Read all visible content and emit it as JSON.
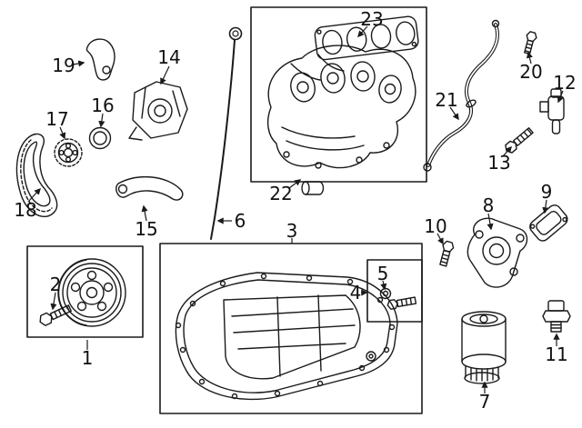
{
  "diagram": {
    "background": "#ffffff",
    "line_color": "#1a1a1a",
    "label_color": "#111111"
  },
  "callouts": [
    {
      "number": "1",
      "depicts": "crankshaft-pulley"
    },
    {
      "number": "2",
      "depicts": "pulley-bolt"
    },
    {
      "number": "3",
      "depicts": "oil-pan"
    },
    {
      "number": "4",
      "depicts": "hardware-box"
    },
    {
      "number": "5",
      "depicts": "bolt-and-washer"
    },
    {
      "number": "6",
      "depicts": "oil-dipstick"
    },
    {
      "number": "7",
      "depicts": "oil-filter"
    },
    {
      "number": "8",
      "depicts": "filter-adapter"
    },
    {
      "number": "9",
      "depicts": "adapter-gasket"
    },
    {
      "number": "10",
      "depicts": "adapter-bolt"
    },
    {
      "number": "11",
      "depicts": "oil-pressure-sensor"
    },
    {
      "number": "12",
      "depicts": "control-solenoid"
    },
    {
      "number": "13",
      "depicts": "solenoid-bolt"
    },
    {
      "number": "14",
      "depicts": "oil-pump"
    },
    {
      "number": "15",
      "depicts": "chain-guide"
    },
    {
      "number": "16",
      "depicts": "seal"
    },
    {
      "number": "17",
      "depicts": "sprocket"
    },
    {
      "number": "18",
      "depicts": "timing-chain"
    },
    {
      "number": "19",
      "depicts": "tensioner-arm"
    },
    {
      "number": "20",
      "depicts": "fitting-bolt"
    },
    {
      "number": "21",
      "depicts": "hose-tube"
    },
    {
      "number": "22",
      "depicts": "intake-manifold"
    },
    {
      "number": "23",
      "depicts": "manifold-gasket"
    }
  ]
}
